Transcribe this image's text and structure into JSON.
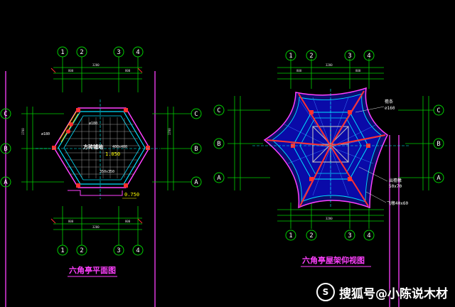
{
  "axes": {
    "numeric": [
      "1",
      "2",
      "3",
      "4"
    ],
    "letters": [
      "C",
      "B",
      "A"
    ]
  },
  "left_plan": {
    "title": "六角亭平面图",
    "floor_label": "方砖铺地",
    "tile_size": "400x400",
    "column_size": "350x350",
    "diameter": "∅180",
    "diameter_inner": "∅180",
    "elevation_floor": "1.050",
    "elevation_step": "0.750"
  },
  "roof_plan": {
    "title": "六角亭屋架仰视图",
    "rafter_label": "檐条",
    "rafter_size": "∅160",
    "eave_label": "出檐椽",
    "eave_size": "50x70",
    "flying_rafter": "飞椽40x60"
  },
  "watermark": "搜狐号@小陈说木材"
}
